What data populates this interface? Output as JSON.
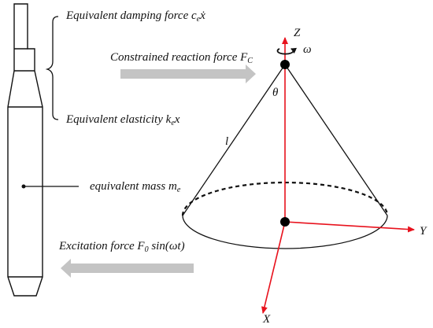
{
  "labels": {
    "damping_prefix": "Equivalent damping force ",
    "damping_var": "c",
    "damping_sub": "e",
    "damping_suffix": "ẋ",
    "reaction_prefix": "Constrained reaction force ",
    "reaction_var": "F",
    "reaction_sub": "C",
    "elasticity_prefix": "Equivalent elasticity ",
    "elasticity_var": "k",
    "elasticity_sub": "e",
    "elasticity_suffix": "x",
    "mass_prefix": "equivalent mass ",
    "mass_var": "m",
    "mass_sub": "e",
    "excitation_prefix": "Excitation force ",
    "excitation_var": "F",
    "excitation_sub": "0",
    "excitation_suffix": " sin(ωt)",
    "length": "l",
    "angle": "θ",
    "omega": "ω",
    "axis_z": "Z",
    "axis_y": "Y",
    "axis_x": "X"
  },
  "colors": {
    "axis": "#e8121d",
    "arrow": "#c4c4c4",
    "line": "#111111"
  }
}
